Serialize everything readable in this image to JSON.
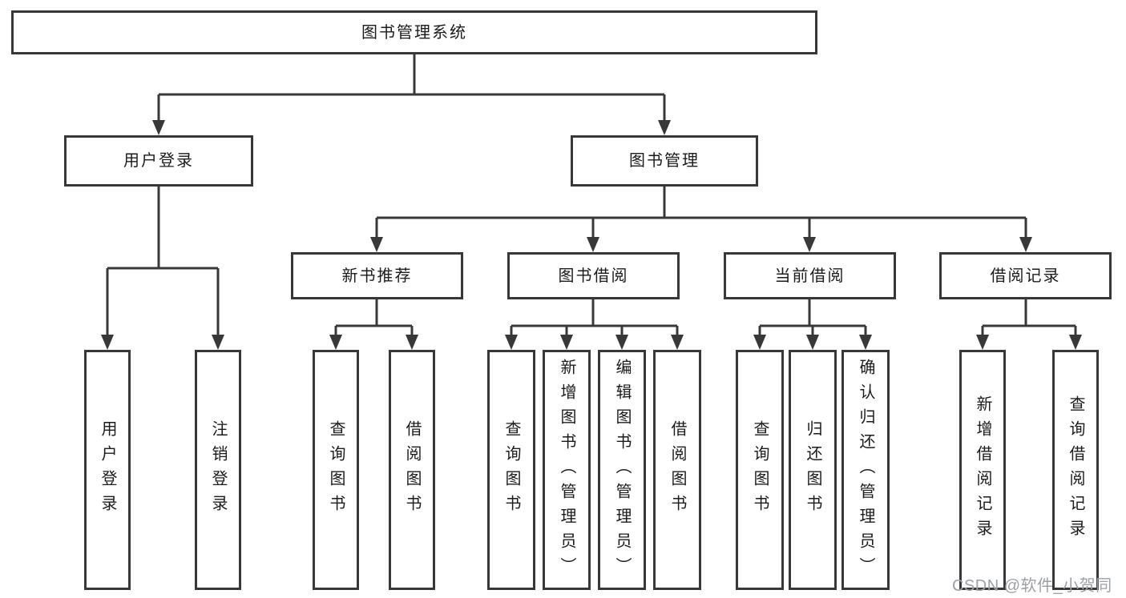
{
  "diagram": {
    "title": "图书管理系统",
    "user_login": {
      "label": "用户登录",
      "children": [
        "用户登录",
        "注销登录"
      ]
    },
    "book_management": {
      "label": "图书管理",
      "modules": [
        {
          "label": "新书推荐",
          "children": [
            "查询图书",
            "借阅图书"
          ]
        },
        {
          "label": "图书借阅",
          "children": [
            "查询图书",
            "新增图书（管理员）",
            "编辑图书（管理员）",
            "借阅图书"
          ]
        },
        {
          "label": "当前借阅",
          "children": [
            "查询图书",
            "归还图书",
            "确认归还（管理员）"
          ]
        },
        {
          "label": "借阅记录",
          "children": [
            "新增借阅记录",
            "查询借阅记录"
          ]
        }
      ]
    },
    "watermark": "CSDN @软件_小贺同学",
    "colors": {
      "line": "#383838",
      "text": "#1b1b1b",
      "watermark": "#9da0a6",
      "background": "#ffffff"
    }
  }
}
